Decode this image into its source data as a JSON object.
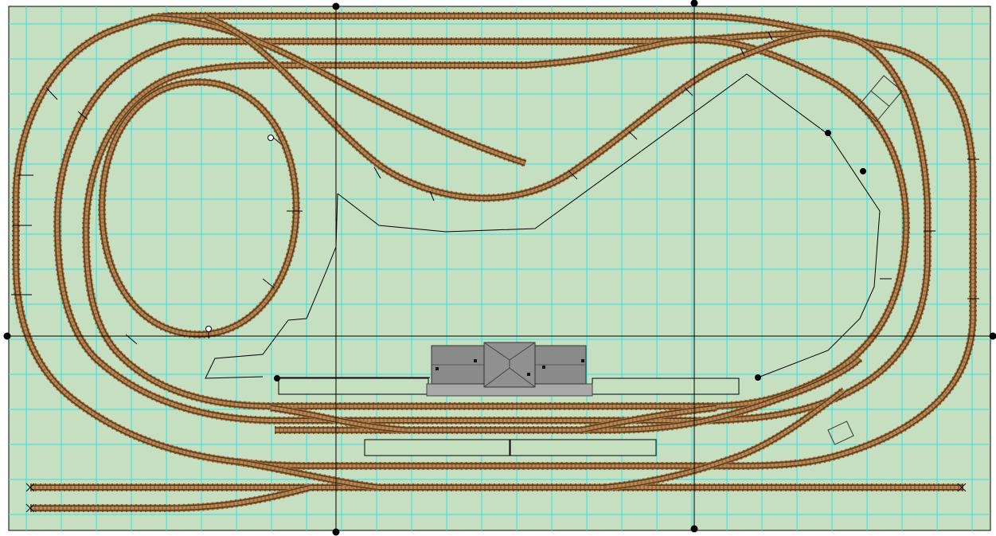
{
  "colors": {
    "board": "#c5dfc0",
    "grid": "#33e0e0",
    "rail": "#5a3a1a",
    "sleeper": "#8b5a2b",
    "ballast": "#b08050",
    "outline": "#000000",
    "building_roof": "#8a8a8a",
    "building_base": "#a8a8a8",
    "platform": "#c5dfc0"
  },
  "layers": {
    "grid": "grid-lines",
    "track": "track-layout",
    "scenery": "scenery-outlines",
    "structures": "station-structures",
    "guides": "guide-lines"
  }
}
